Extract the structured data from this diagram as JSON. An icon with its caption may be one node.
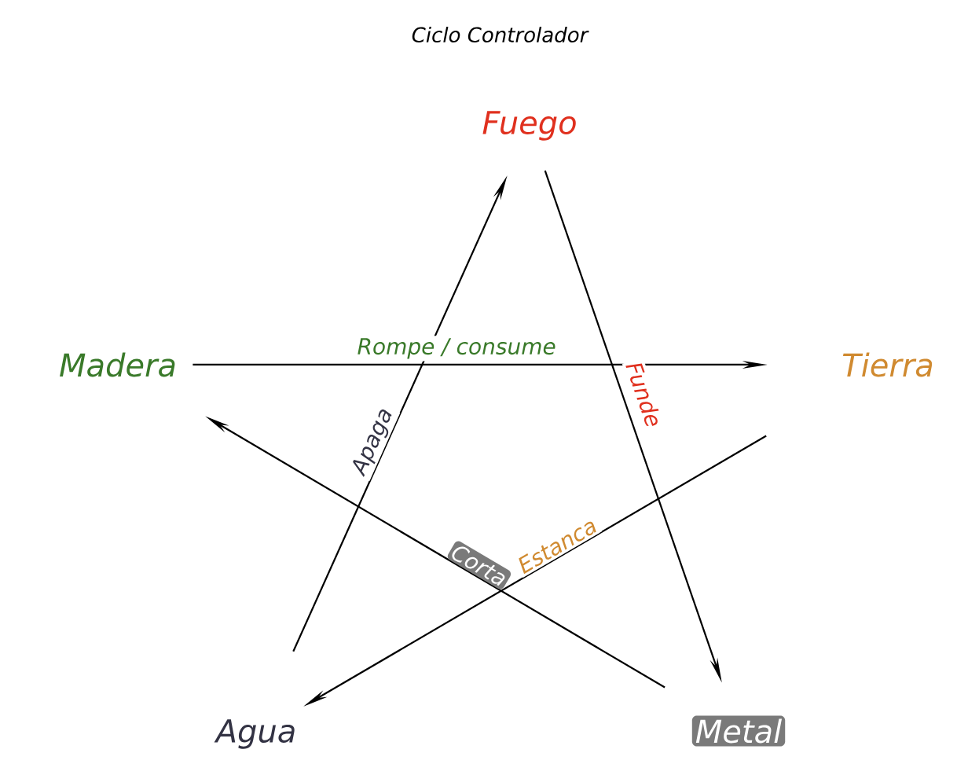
{
  "diagram": {
    "title": "Ciclo Controlador",
    "nodes": [
      {
        "text": [
          "Fuego"
        ]
      },
      {
        "text": [
          "Madera"
        ]
      },
      {
        "text": [
          "Tierra"
        ]
      },
      {
        "text": [
          "Agua"
        ]
      },
      {
        "text": [
          "Metal"
        ]
      }
    ],
    "edges": [
      {
        "from": 1,
        "to": 2,
        "arrow": "to",
        "label": "Rompe / consume"
      },
      {
        "from": 0,
        "to": 4,
        "arrow": "to",
        "label": "Funde"
      },
      {
        "from": 2,
        "to": 3,
        "arrow": "to",
        "label": "Estanca"
      },
      {
        "from": 4,
        "to": 1,
        "arrow": "to",
        "label": "Corta"
      },
      {
        "from": 3,
        "to": 0,
        "arrow": "to",
        "label": "Apaga"
      }
    ]
  }
}
